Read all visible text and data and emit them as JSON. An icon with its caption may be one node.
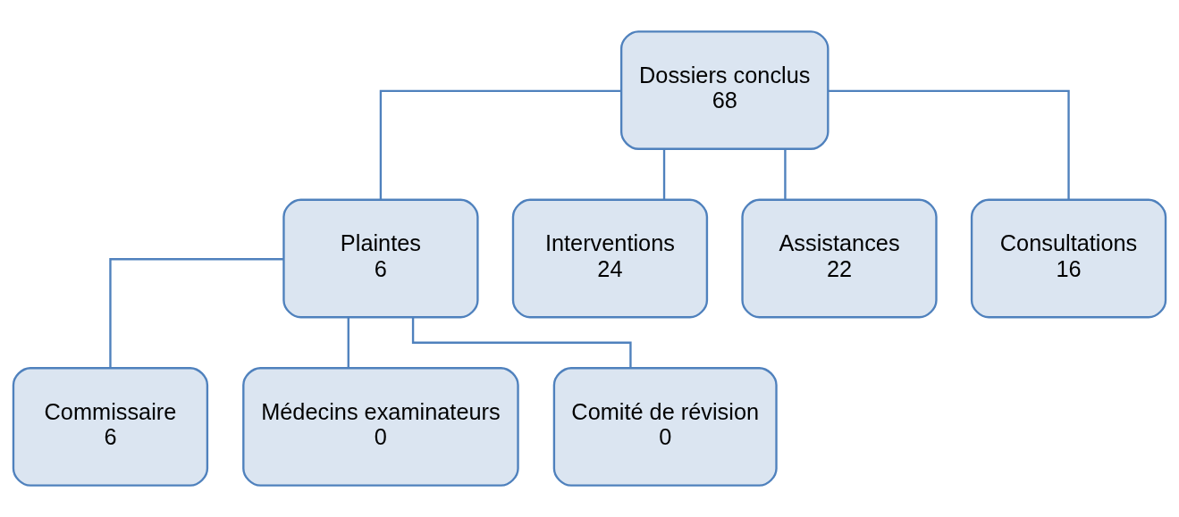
{
  "diagram": {
    "nodes": [
      {
        "text": [
          "Dossiers conclus",
          "68"
        ]
      },
      {
        "text": [
          "Plaintes",
          "6"
        ]
      },
      {
        "text": [
          "Interventions",
          "24"
        ]
      },
      {
        "text": [
          "Assistances",
          "22"
        ]
      },
      {
        "text": [
          "Consultations",
          "16"
        ]
      },
      {
        "text": [
          "Commissaire",
          "6"
        ]
      },
      {
        "text": [
          "Médecins examinateurs",
          "0"
        ]
      },
      {
        "text": [
          "Comité de révision",
          "0"
        ]
      }
    ],
    "edges": [
      {
        "from": 0,
        "to": 1,
        "arrow": "none"
      },
      {
        "from": 0,
        "to": 2,
        "arrow": "none"
      },
      {
        "from": 0,
        "to": 3,
        "arrow": "none"
      },
      {
        "from": 0,
        "to": 4,
        "arrow": "none"
      },
      {
        "from": 1,
        "to": 5,
        "arrow": "none"
      },
      {
        "from": 1,
        "to": 6,
        "arrow": "none"
      },
      {
        "from": 1,
        "to": 7,
        "arrow": "none"
      }
    ]
  }
}
